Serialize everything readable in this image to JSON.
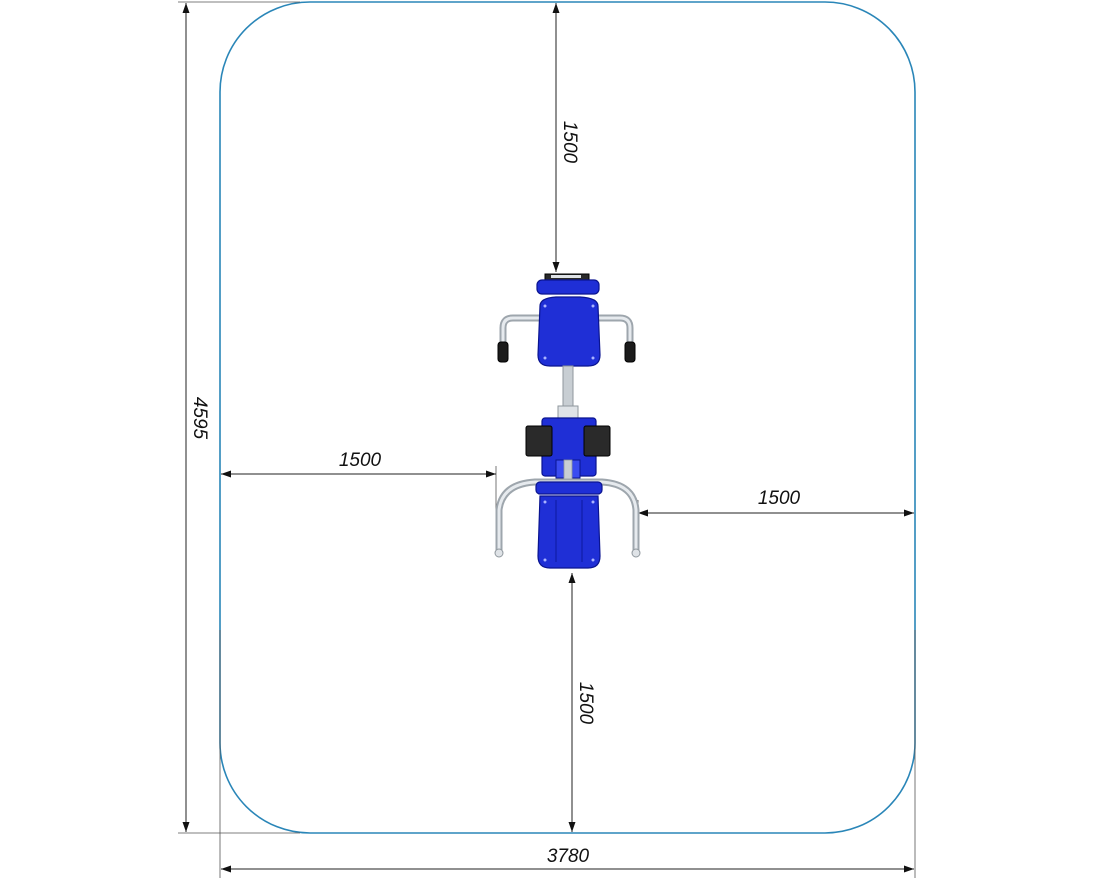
{
  "dimensions": {
    "total_width": "3780",
    "total_height": "4595",
    "clearance_top": "1500",
    "clearance_bottom": "1500",
    "clearance_left": "1500",
    "clearance_right": "1500"
  },
  "colors": {
    "zone_outline": "#2a86b8",
    "equipment_blue": "#1f2fd6",
    "frame_steel": "#9ea6ad"
  }
}
